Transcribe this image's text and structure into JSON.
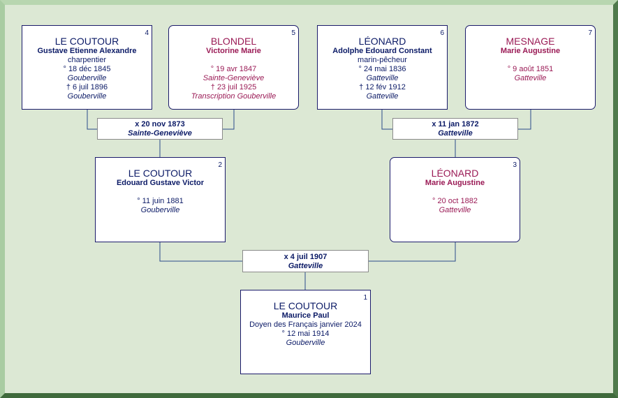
{
  "people": {
    "p4": {
      "num": "4",
      "surname": "LE COUTOUR",
      "given": "Gustave Etienne Alexandre",
      "occupation": "charpentier",
      "birth": "° 18 déc 1845",
      "birth_place": "Gouberville",
      "death": "† 6 juil 1896",
      "death_place": "Gouberville"
    },
    "p5": {
      "num": "5",
      "surname": "BLONDEL",
      "given": "Victorine Marie",
      "birth": "° 19 avr 1847",
      "birth_place": "Sainte-Geneviève",
      "death": "† 23 juil 1925",
      "death_place": "Transcription Gouberville"
    },
    "p6": {
      "num": "6",
      "surname": "LÉONARD",
      "given": "Adolphe Edouard Constant",
      "occupation": "marin-pêcheur",
      "birth": "° 24 mai 1836",
      "birth_place": "Gatteville",
      "death": "† 12 fév 1912",
      "death_place": "Gatteville"
    },
    "p7": {
      "num": "7",
      "surname": "MESNAGE",
      "given": "Marie Augustine",
      "birth": "° 9 août 1851",
      "birth_place": "Gatteville"
    },
    "p2": {
      "num": "2",
      "surname": "LE COUTOUR",
      "given": "Edouard Gustave Victor",
      "birth": "° 11 juin 1881",
      "birth_place": "Gouberville"
    },
    "p3": {
      "num": "3",
      "surname": "LÉONARD",
      "given": "Marie Augustine",
      "birth": "° 20 oct 1882",
      "birth_place": "Gatteville"
    },
    "p1": {
      "num": "1",
      "surname": "LE COUTOUR",
      "given": "Maurice Paul",
      "note": "Doyen des Français janvier 2024",
      "birth": "° 12 mai 1914",
      "birth_place": "Gouberville"
    }
  },
  "marriages": {
    "m45": {
      "date": "x 20 nov 1873",
      "place": "Sainte-Geneviève"
    },
    "m67": {
      "date": "x 11 jan 1872",
      "place": "Gatteville"
    },
    "m23": {
      "date": "x 4 juil 1907",
      "place": "Gatteville"
    }
  },
  "colors": {
    "male": "#0b1a66",
    "female": "#9a1a55",
    "background": "#dce8d4",
    "frame": "#6f9a6a",
    "connector": "#2a4a8a"
  }
}
